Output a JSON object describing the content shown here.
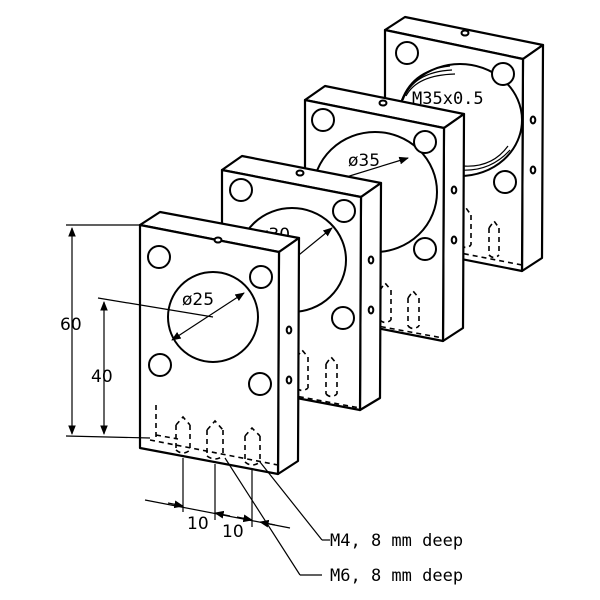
{
  "labels": {
    "thread": "M35x0.5",
    "d35": "ø35",
    "d30": "ø30",
    "d25": "ø25",
    "height60": "60",
    "height40": "40",
    "spacing1": "10",
    "spacing2": "10",
    "callout_m4": "M4, 8 mm deep",
    "callout_m6": "M6, 8 mm deep"
  }
}
